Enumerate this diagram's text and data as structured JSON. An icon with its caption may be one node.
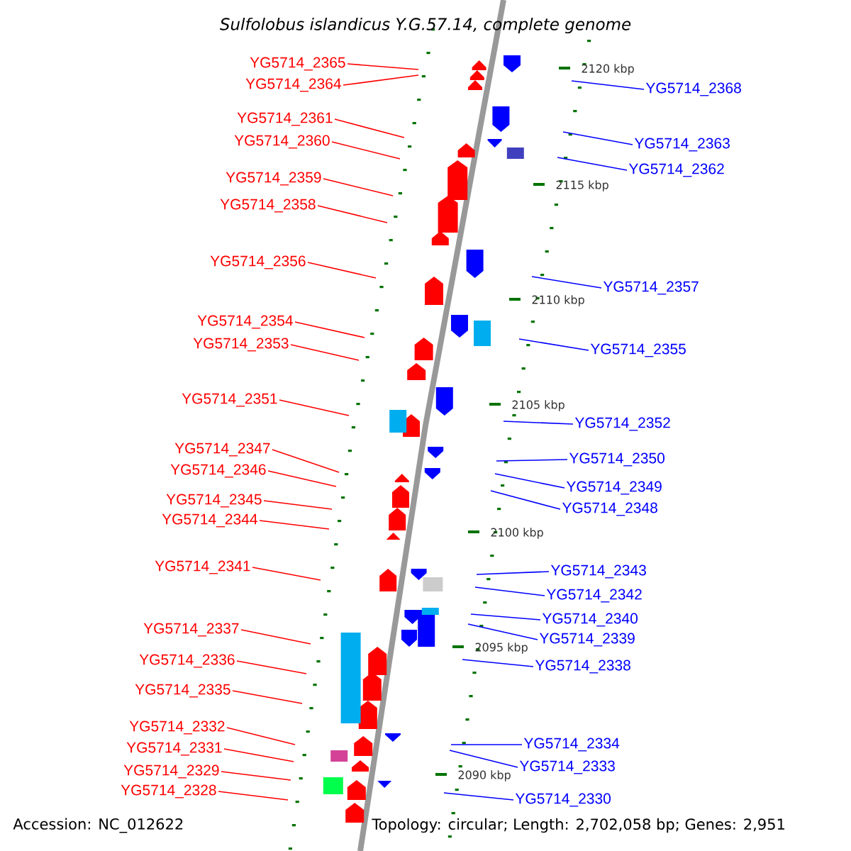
{
  "diagram": {
    "title": "Sulfolobus islandicus Y.G.57.14, complete genome",
    "nodes": [
      {
        "text": [
          "YG5714_2365"
        ]
      },
      {
        "text": [
          "YG5714_2364"
        ]
      },
      {
        "text": [
          "YG5714_2361"
        ]
      },
      {
        "text": [
          "YG5714_2360"
        ]
      },
      {
        "text": [
          "YG5714_2359"
        ]
      },
      {
        "text": [
          "YG5714_2358"
        ]
      },
      {
        "text": [
          "YG5714_2356"
        ]
      },
      {
        "text": [
          "YG5714_2354"
        ]
      },
      {
        "text": [
          "YG5714_2353"
        ]
      },
      {
        "text": [
          "YG5714_2351"
        ]
      },
      {
        "text": [
          "YG5714_2347"
        ]
      },
      {
        "text": [
          "YG5714_2346"
        ]
      },
      {
        "text": [
          "YG5714_2345"
        ]
      },
      {
        "text": [
          "YG5714_2344"
        ]
      },
      {
        "text": [
          "YG5714_2341"
        ]
      },
      {
        "text": [
          "YG5714_2337"
        ]
      },
      {
        "text": [
          "YG5714_2336"
        ]
      },
      {
        "text": [
          "YG5714_2335"
        ]
      },
      {
        "text": [
          "YG5714_2332"
        ]
      },
      {
        "text": [
          "YG5714_2331"
        ]
      },
      {
        "text": [
          "YG5714_2329"
        ]
      },
      {
        "text": [
          "YG5714_2328"
        ]
      },
      {
        "text": [
          "YG5714_2368"
        ]
      },
      {
        "text": [
          "YG5714_2363"
        ]
      },
      {
        "text": [
          "YG5714_2362"
        ]
      },
      {
        "text": [
          "YG5714_2357"
        ]
      },
      {
        "text": [
          "YG5714_2355"
        ]
      },
      {
        "text": [
          "YG5714_2352"
        ]
      },
      {
        "text": [
          "YG5714_2350"
        ]
      },
      {
        "text": [
          "YG5714_2349"
        ]
      },
      {
        "text": [
          "YG5714_2348"
        ]
      },
      {
        "text": [
          "YG5714_2343"
        ]
      },
      {
        "text": [
          "YG5714_2342"
        ]
      },
      {
        "text": [
          "YG5714_2340"
        ]
      },
      {
        "text": [
          "YG5714_2339"
        ]
      },
      {
        "text": [
          "YG5714_2338"
        ]
      },
      {
        "text": [
          "YG5714_2334"
        ]
      },
      {
        "text": [
          "YG5714_2333"
        ]
      },
      {
        "text": [
          "YG5714_2330"
        ]
      }
    ],
    "edges": [
      {
        "from": 0,
        "to": null,
        "arrow": "none"
      },
      {
        "from": 1,
        "to": null,
        "arrow": "none"
      },
      {
        "from": 2,
        "to": null,
        "arrow": "none"
      },
      {
        "from": 3,
        "to": null,
        "arrow": "none"
      },
      {
        "from": 4,
        "to": null,
        "arrow": "none"
      },
      {
        "from": 5,
        "to": null,
        "arrow": "none"
      },
      {
        "from": 6,
        "to": null,
        "arrow": "none"
      },
      {
        "from": 7,
        "to": null,
        "arrow": "none"
      },
      {
        "from": 8,
        "to": null,
        "arrow": "none"
      },
      {
        "from": 9,
        "to": null,
        "arrow": "none"
      },
      {
        "from": 10,
        "to": null,
        "arrow": "none"
      },
      {
        "from": 11,
        "to": null,
        "arrow": "none"
      },
      {
        "from": 12,
        "to": null,
        "arrow": "none"
      },
      {
        "from": 13,
        "to": null,
        "arrow": "none"
      },
      {
        "from": 14,
        "to": null,
        "arrow": "none"
      },
      {
        "from": 15,
        "to": null,
        "arrow": "none"
      },
      {
        "from": 16,
        "to": null,
        "arrow": "none"
      },
      {
        "from": 17,
        "to": null,
        "arrow": "none"
      },
      {
        "from": 18,
        "to": null,
        "arrow": "none"
      },
      {
        "from": 19,
        "to": null,
        "arrow": "none"
      },
      {
        "from": 20,
        "to": null,
        "arrow": "none"
      },
      {
        "from": 21,
        "to": null,
        "arrow": "none"
      },
      {
        "from": 22,
        "to": null,
        "arrow": "none",
        "color": "#0000ff"
      },
      {
        "from": 23,
        "to": null,
        "arrow": "none",
        "color": "#0000ff"
      },
      {
        "from": 24,
        "to": null,
        "arrow": "none",
        "color": "#0000ff"
      },
      {
        "from": 25,
        "to": null,
        "arrow": "none",
        "color": "#0000ff"
      },
      {
        "from": 26,
        "to": null,
        "arrow": "none",
        "color": "#0000ff"
      },
      {
        "from": 27,
        "to": null,
        "arrow": "none",
        "color": "#0000ff"
      },
      {
        "from": 28,
        "to": null,
        "arrow": "none",
        "color": "#0000ff"
      },
      {
        "from": 29,
        "to": null,
        "arrow": "none",
        "color": "#0000ff"
      },
      {
        "from": 30,
        "to": null,
        "arrow": "none",
        "color": "#0000ff"
      },
      {
        "from": 31,
        "to": null,
        "arrow": "none",
        "color": "#0000ff"
      },
      {
        "from": 32,
        "to": null,
        "arrow": "none",
        "color": "#0000ff"
      },
      {
        "from": 33,
        "to": null,
        "arrow": "none",
        "color": "#0000ff"
      },
      {
        "from": 34,
        "to": null,
        "arrow": "none",
        "color": "#0000ff"
      },
      {
        "from": 35,
        "to": null,
        "arrow": "none",
        "color": "#0000ff"
      },
      {
        "from": 36,
        "to": null,
        "arrow": "none",
        "color": "#0000ff"
      },
      {
        "from": 37,
        "to": null,
        "arrow": "none",
        "color": "#0000ff"
      },
      {
        "from": 38,
        "to": null,
        "arrow": "none",
        "color": "#0000ff"
      }
    ],
    "labels": [
      "2120 kbp",
      "2115 kbp",
      "2110 kbp",
      "2105 kbp",
      "2100 kbp",
      "2095 kbp",
      "2090 kbp",
      "Accession: NC_012622",
      "Topology: circular; Length: 2,702,058 bp; Genes: 2,951"
    ]
  }
}
